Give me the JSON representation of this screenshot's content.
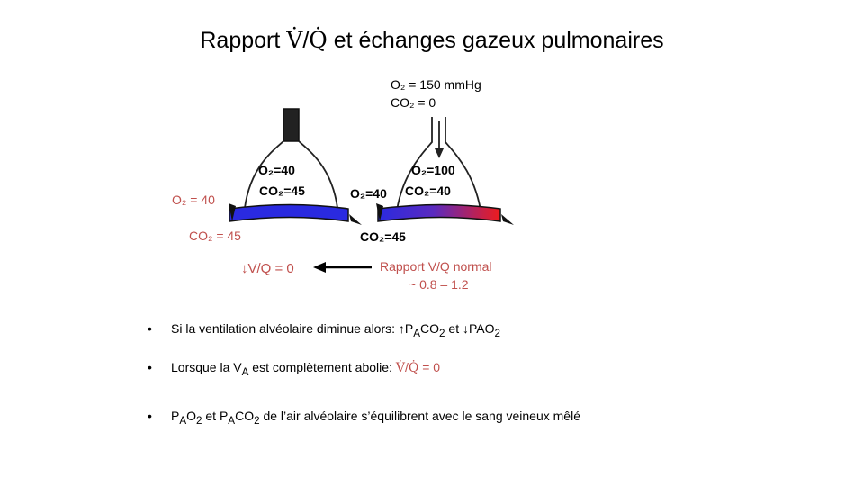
{
  "title": {
    "pre": "Rapport ",
    "v": "V̇",
    "slash": "/",
    "q": "Q̇",
    "post": " et échanges gazeux pulmonaires"
  },
  "diagram": {
    "left_alveolus": {
      "o2": "O₂=40",
      "co2": "CO₂=45"
    },
    "right_alveolus": {
      "o2": "O₂=100",
      "co2": "CO₂=40"
    },
    "right_in": {
      "o2": "O₂=40",
      "co2": "CO₂=45"
    }
  },
  "inspired": {
    "o2": "O₂ = 150 mmHg",
    "co2": "CO₂ = 0"
  },
  "left_labels": {
    "o2": "O₂ = 40",
    "co2": "CO₂ = 45"
  },
  "vq_zero": {
    "arrow": "↓",
    "text": "V/Q = 0"
  },
  "normal": {
    "line1": "Rapport V/Q normal",
    "line2": "~ 0.8 – 1.2"
  },
  "bullets": {
    "b1": {
      "text": "Si la ventilation alvéolaire diminue alors: ",
      "up": "↑",
      "pa": "P",
      "a": "A",
      "co2": "CO",
      "two1": "2",
      "et": " et ",
      "down": "↓",
      "pao": "PAO",
      "two2": "2"
    },
    "b2": {
      "text": "Lorsque la V",
      "sub": "A",
      "rest": " est complètement abolie: ",
      "v": "V̇",
      "slash": "/",
      "q": "Q̇",
      "eq": " = 0"
    },
    "b3": {
      "p1": "P",
      "a1": "A",
      "o": "O",
      "two1": "2",
      "et": " et P",
      "a2": "A",
      "co": "CO",
      "two2": "2",
      "rest": " de l’air alvéolaire s’équilibrent  avec le sang veineux mêlé"
    }
  },
  "colors": {
    "red_text": "#c0504d",
    "blood_blue": "#2a2ae0",
    "blood_red": "#ee1c1c"
  }
}
